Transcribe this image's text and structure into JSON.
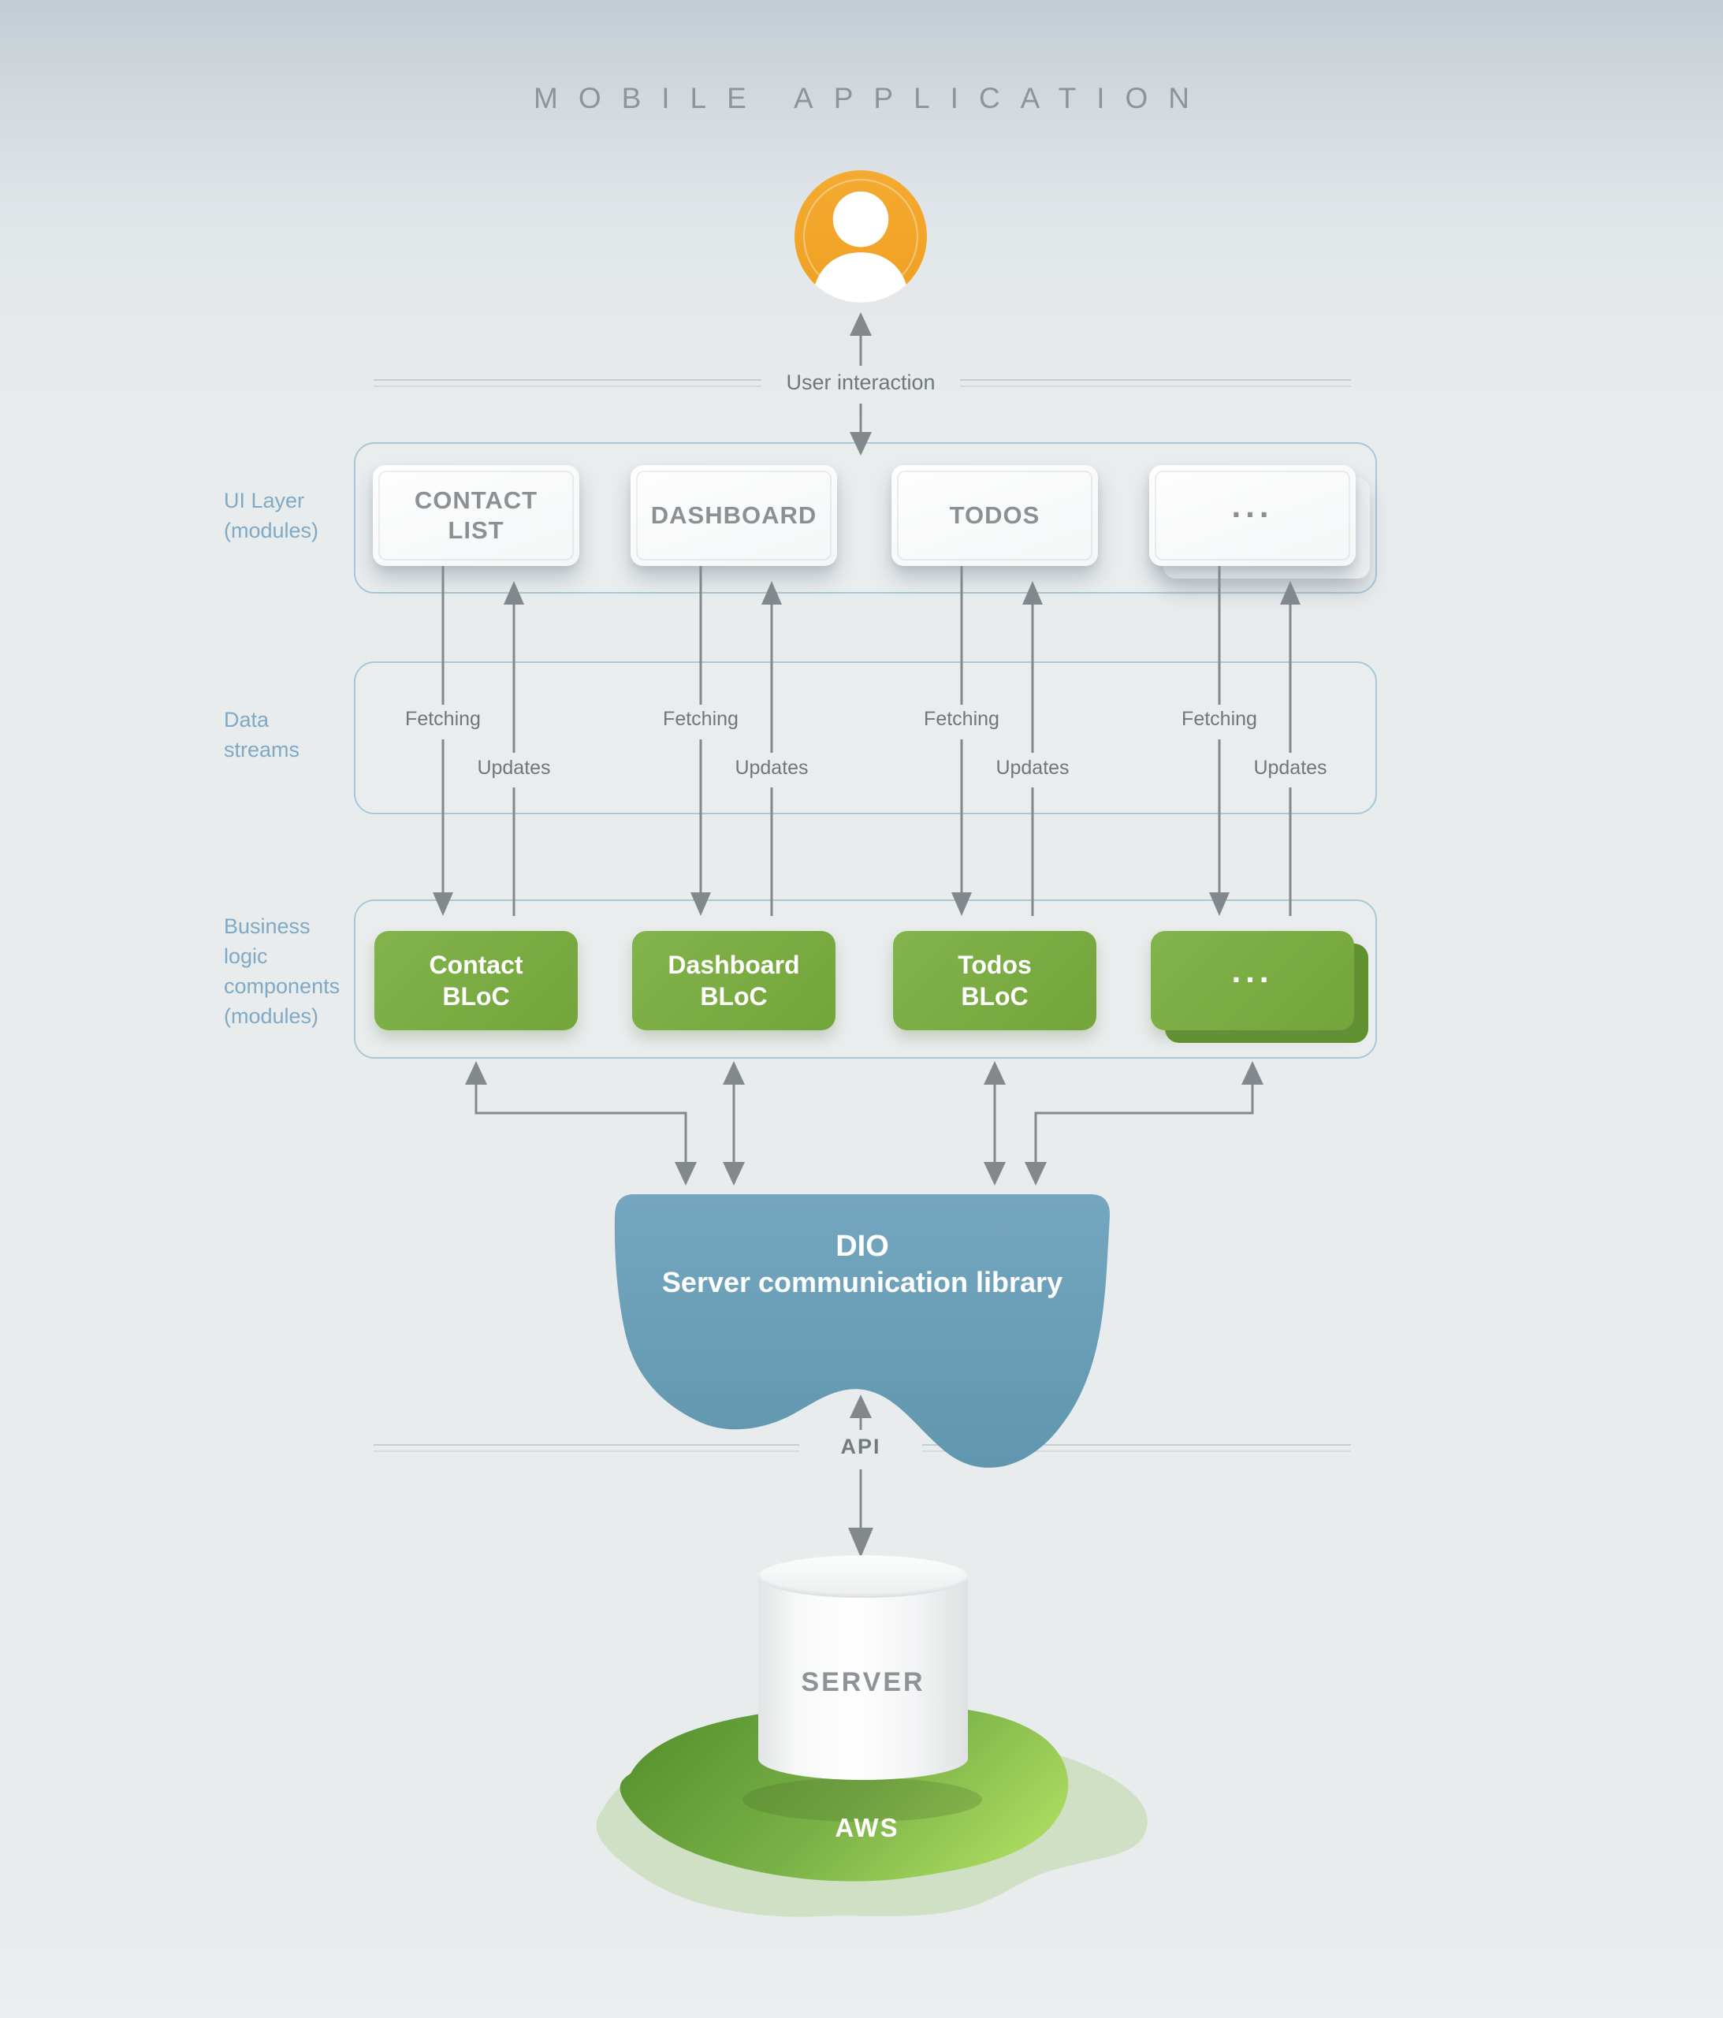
{
  "title": "MOBILE APPLICATION",
  "user": {
    "interaction_label": "User interaction"
  },
  "ui_layer": {
    "label": "UI Layer\n(modules)",
    "modules": [
      "CONTACT\nLIST",
      "DASHBOARD",
      "TODOS",
      "..."
    ]
  },
  "data_streams": {
    "label": "Data\nstreams",
    "fetching_label": "Fetching",
    "updates_label": "Updates"
  },
  "bloc_layer": {
    "label": "Business\nlogic\ncomponents\n(modules)",
    "modules": [
      "Contact\nBLoC",
      "Dashboard\nBLoC",
      "Todos\nBLoC",
      "..."
    ]
  },
  "dio": {
    "title": "DIO",
    "subtitle": "Server communication library"
  },
  "api_label": "API",
  "server_label": "SERVER",
  "aws_label": "AWS",
  "colors": {
    "accent_orange": "#F0A22B",
    "module_green": "#7BAC43",
    "dio_blue": "#6BA0B9",
    "aws_green_dark": "#55912E",
    "aws_green_light": "#A9D95F",
    "label_blue": "#7FA9C5",
    "arrow_gray": "#82888C",
    "container_border": "#A7C8D9"
  }
}
